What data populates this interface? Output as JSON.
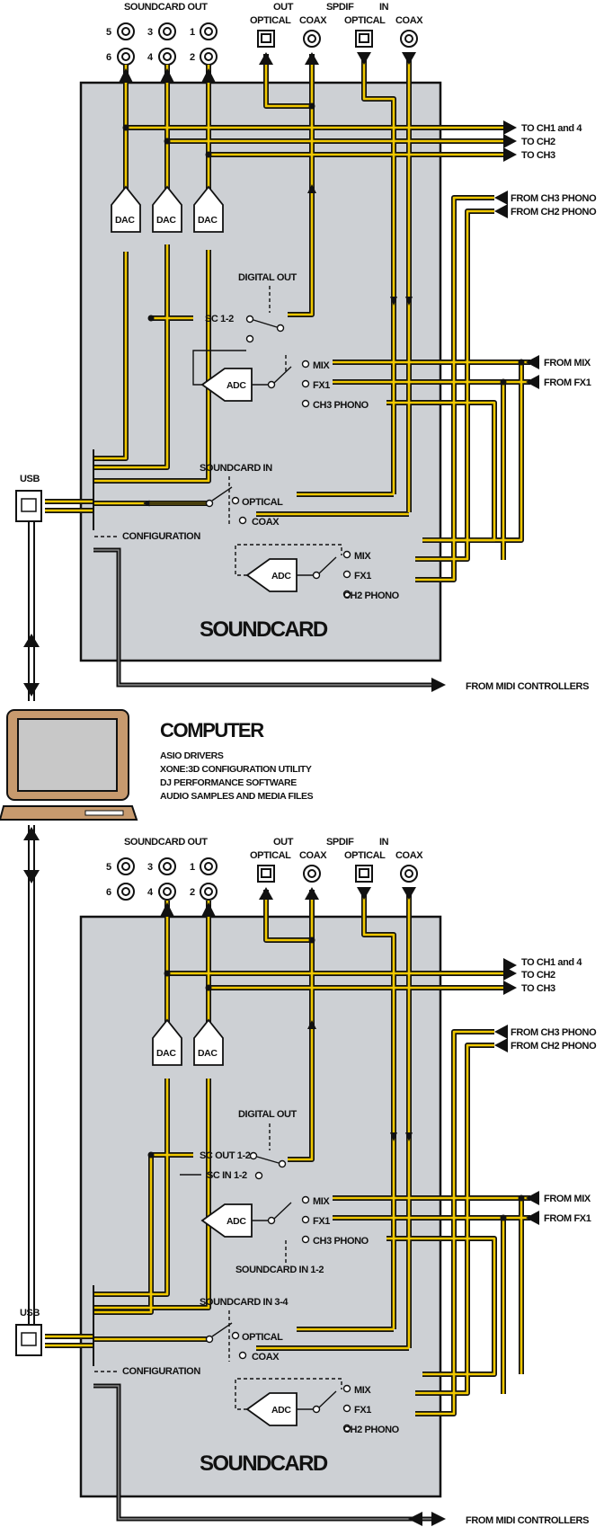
{
  "labels": {
    "soundcard_out": "SOUNDCARD OUT",
    "out": "OUT",
    "spdif": "SPDIF",
    "in": "IN",
    "optical": "OPTICAL",
    "coax": "COAX",
    "jack_1": "1",
    "jack_2": "2",
    "jack_3": "3",
    "jack_4": "4",
    "jack_5": "5",
    "jack_6": "6",
    "dac": "DAC",
    "adc": "ADC",
    "digital_out": "DIGITAL OUT",
    "sc_1_2": "SC 1-2",
    "sc_out_1_2": "SC OUT 1-2",
    "sc_in_1_2": "SC IN 1-2",
    "mix": "MIX",
    "fx1": "FX1",
    "ch3_phono": "CH3 PHONO",
    "ch2_phono": "CH2 PHONO",
    "soundcard_in": "SOUNDCARD IN",
    "soundcard_in_1_2": "SOUNDCARD IN 1-2",
    "soundcard_in_3_4": "SOUNDCARD IN 3-4",
    "configuration": "CONFIGURATION",
    "usb": "USB",
    "soundcard": "SOUNDCARD",
    "to_ch1_and_4": "TO CH1 and 4",
    "to_ch2": "TO CH2",
    "to_ch3": "TO CH3",
    "from_ch3_phono": "FROM CH3 PHONO",
    "from_ch2_phono": "FROM CH2 PHONO",
    "from_mix": "FROM MIX",
    "from_fx1": "FROM FX1",
    "from_midi_controllers": "FROM MIDI CONTROLLERS"
  },
  "computer": {
    "title": "COMPUTER",
    "lines": [
      "ASIO DRIVERS",
      "XONE:3D CONFIGURATION UTILITY",
      "DJ PERFORMANCE SOFTWARE",
      "AUDIO SAMPLES AND MEDIA FILES"
    ]
  },
  "colors": {
    "signal": "#f0c800",
    "wire": "#111111",
    "soundcard_fill": "#cdd0d4",
    "laptop_fill": "#c79a6e",
    "screen_fill": "#c8c8c8"
  }
}
